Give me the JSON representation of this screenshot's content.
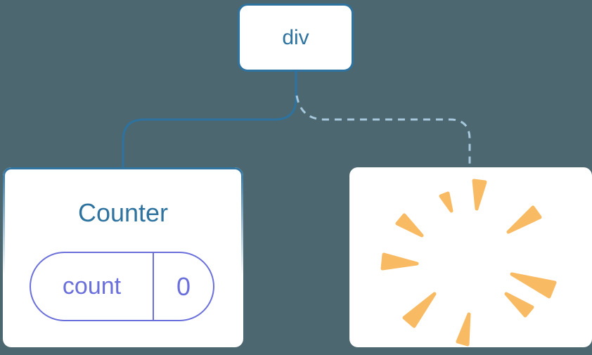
{
  "colors": {
    "background": "#4C6770",
    "accent_blue": "#2E739F",
    "dashed_blue": "#A6C7DC",
    "state_purple": "#6A6FDB",
    "poof_orange": "#F8BB63",
    "card_white": "#FFFFFF"
  },
  "tree": {
    "root": {
      "label": "div"
    },
    "children": [
      {
        "name": "counter-component",
        "title": "Counter",
        "state": {
          "key": "count",
          "value": "0"
        },
        "connector": "solid"
      },
      {
        "name": "removed-component",
        "icon": "poof-icon",
        "connector": "dashed"
      }
    ]
  }
}
